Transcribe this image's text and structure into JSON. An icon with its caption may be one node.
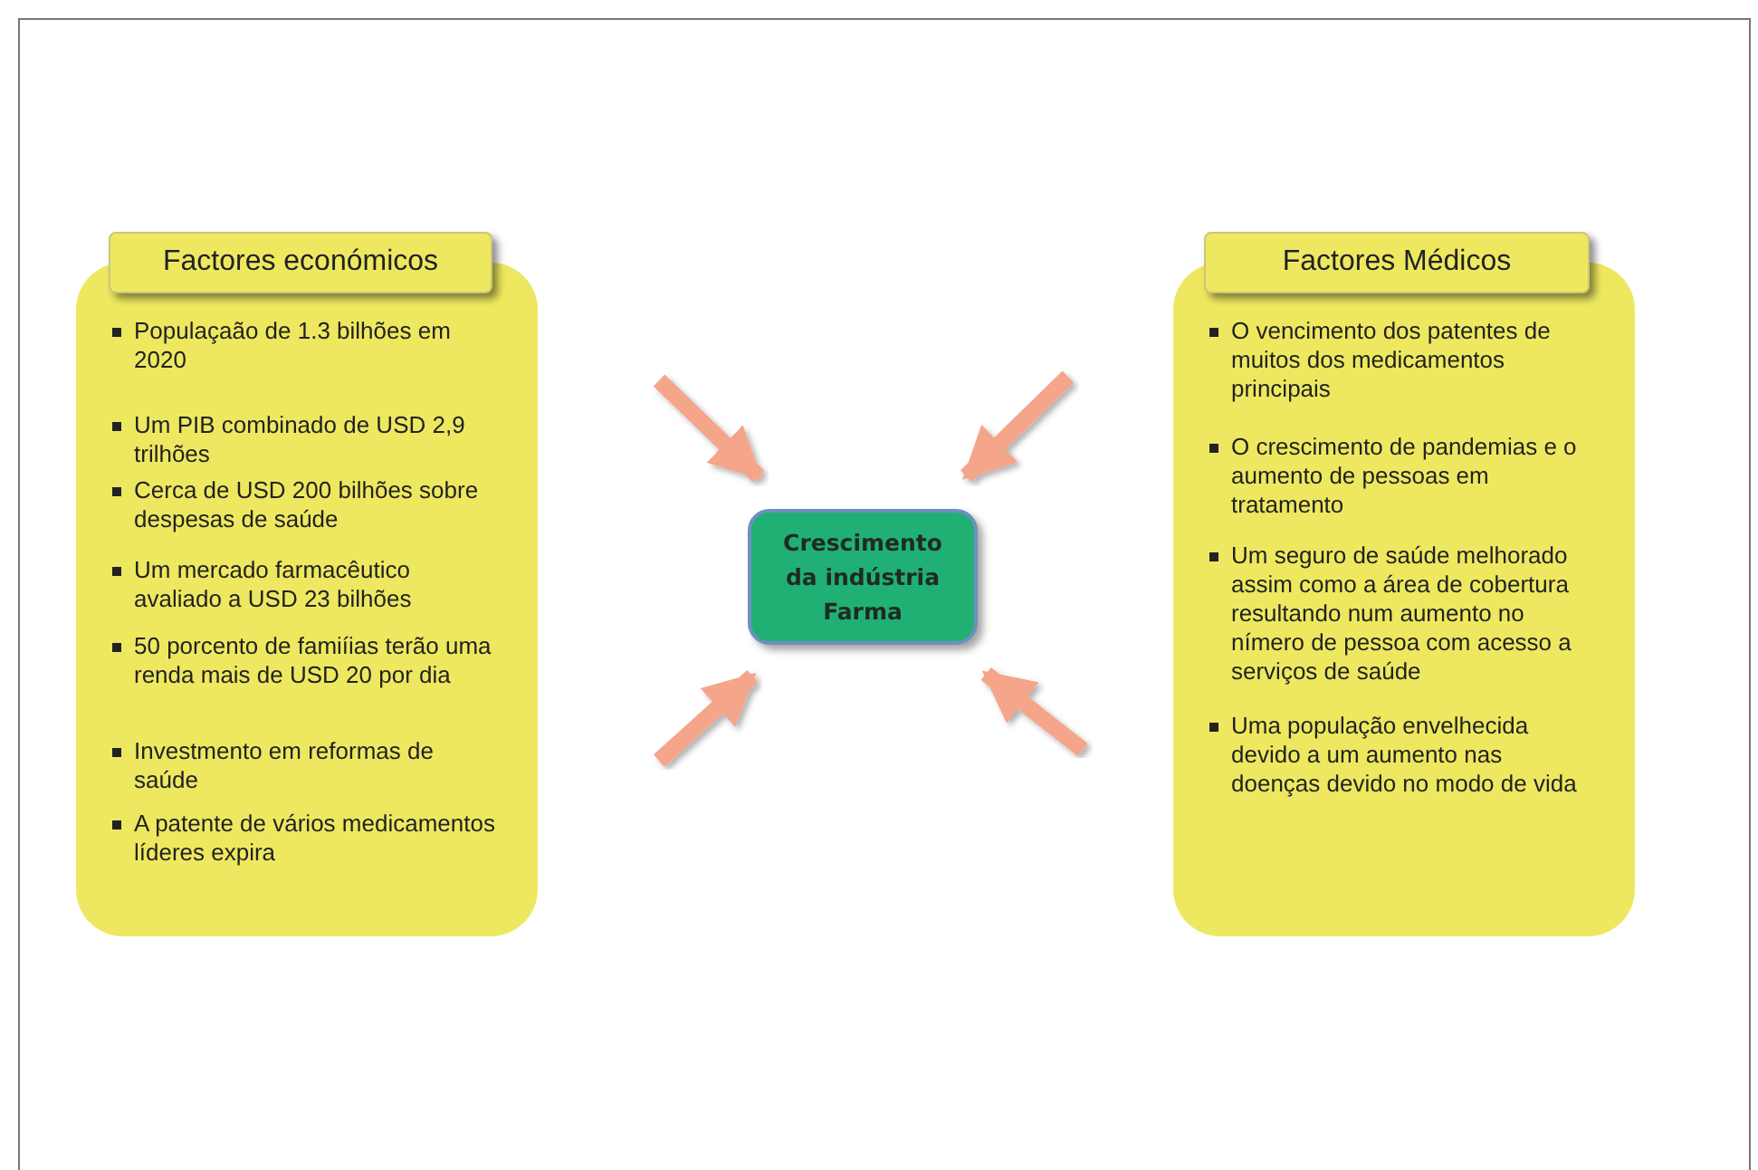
{
  "diagram": {
    "nodes": [
      {
        "text": [
          "Factores económicos",
          "Populaçaão de 1.3 bilhões em 2020",
          "Um PIB combinado de USD 2,9 trilhões",
          "Cerca de USD 200 bilhões sobre despesas de saúde",
          "Um mercado farmacêutico avaliado a USD 23 bilhões",
          "50 porcento de famiíias terão uma renda mais de USD 20 por dia",
          "Investmento em reformas de saúde",
          "A patente de vários medicamentos líderes expira"
        ]
      },
      {
        "text": [
          "Crescimento da indústria Farma"
        ]
      },
      {
        "text": [
          "Factores Médicos",
          "O vencimento dos patentes de muitos dos medicamentos principais",
          "O crescimento de pandemias e o aumento de pessoas em tratamento",
          "Um seguro de saúde melhorado assim como a área de cobertura resultando num aumento no nímero de pessoa com acesso a serviços de saúde",
          "Uma população envelhecida devido a um aumento nas doenças devido no modo de vida"
        ]
      }
    ],
    "edges": [
      {
        "from": null,
        "to": 1,
        "arrow": "to"
      },
      {
        "from": null,
        "to": 1,
        "arrow": "to"
      },
      {
        "from": null,
        "to": 1,
        "arrow": "to"
      },
      {
        "from": null,
        "to": 1,
        "arrow": "to"
      }
    ]
  }
}
